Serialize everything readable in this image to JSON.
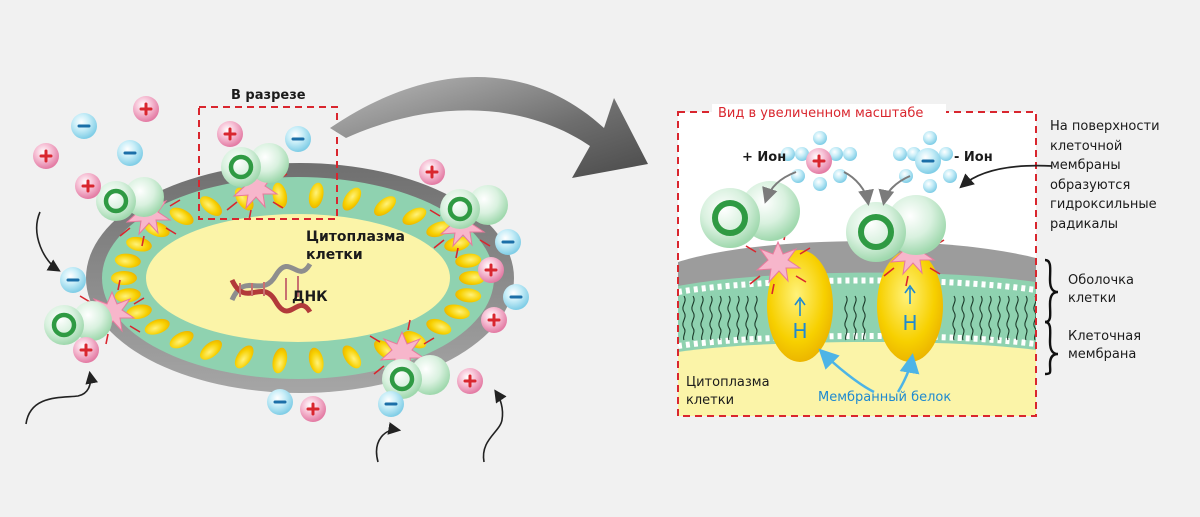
{
  "labels": {
    "cross_section": "В разрезе",
    "cytoplasm_left_line1": "Цитоплазма",
    "cytoplasm_left_line2": "клетки",
    "dna": "ДНК",
    "magnified_view": "Вид в увеличенном масштабе",
    "pos_ion": "+ Ион",
    "neg_ion": "- Ион",
    "surface_note": [
      "На поверхности",
      "клеточной",
      "мембраны",
      "образуются",
      "гидроксильные",
      "радикалы"
    ],
    "cell_envelope_line1": "Оболочка",
    "cell_envelope_line2": "клетки",
    "cell_membrane_line1": "Клеточная",
    "cell_membrane_line2": "мембрана",
    "cytoplasm_right_line1": "Цитоплазма",
    "cytoplasm_right_line2": "клетки",
    "membrane_protein": "Мембранный белок",
    "h_letter_1": "H",
    "h_letter_2": "H",
    "o_symbol": "O",
    "plus_sign": "+",
    "minus_sign": "−"
  },
  "colors": {
    "accent_red": "#d9262e",
    "text_blue": "#1f8ad0",
    "protein_yellow": "#f5c800",
    "cytoplasm_yellow": "#fbf4a8",
    "membrane_green": "#8fd2b0",
    "shell_gray": "#8c8c8c",
    "positive_ion": "#e37aa3",
    "negative_ion": "#8fd6ea"
  },
  "icons": [
    "positive-ion-icon",
    "negative-ion-icon",
    "hydroxyl-radical-icon",
    "dna-helix-icon",
    "curved-arrow-icon"
  ]
}
